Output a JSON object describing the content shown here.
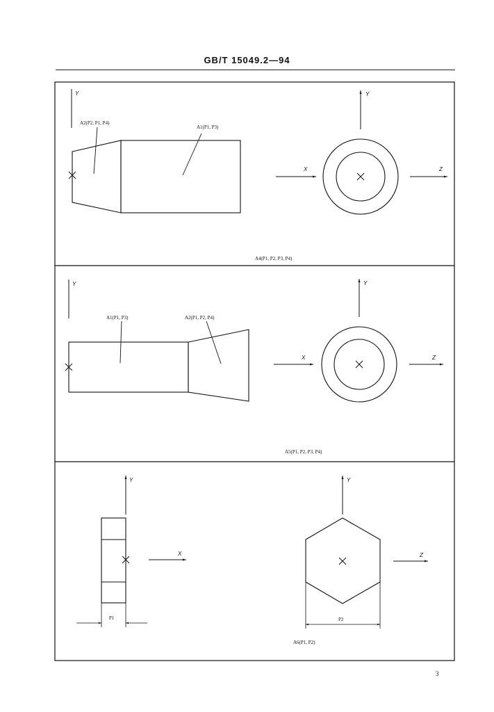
{
  "header": {
    "title": "GB/T 15049.2—94"
  },
  "page_number": "3",
  "axes": {
    "x": "X",
    "y": "Y",
    "z": "Z"
  },
  "panel1": {
    "label_left": "A2(P2, P1, P4)",
    "label_right": "A1(P1, P3)",
    "caption": "A4(P1, P2, P3, P4)"
  },
  "panel2": {
    "label_left": "A1(P1, P3)",
    "label_right": "A2(P1, P2, P4)",
    "caption": "A5(P1, P2, P3, P4)"
  },
  "panel3": {
    "dim_left": "P1",
    "dim_right": "P2",
    "caption": "A6(P1, P2)"
  }
}
